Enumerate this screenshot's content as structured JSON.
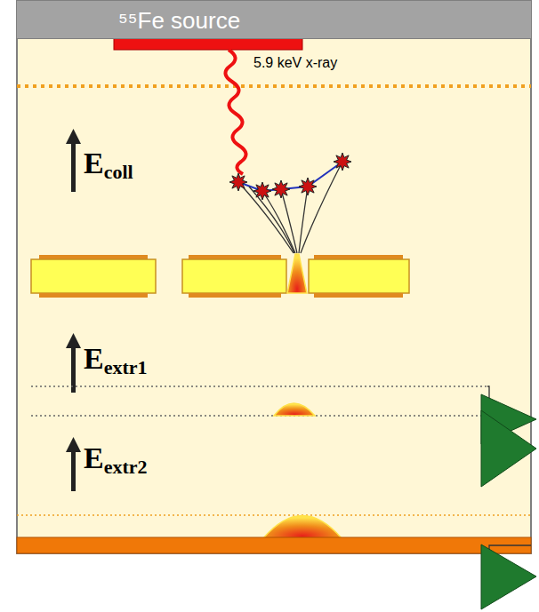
{
  "diagram": {
    "nodes": [
      {
        "text": [
          "⁵⁵Fe source"
        ]
      }
    ],
    "labels": [
      "5.9 keV x-ray",
      "Ecoll",
      "Eextr1",
      "Eextr2"
    ]
  }
}
